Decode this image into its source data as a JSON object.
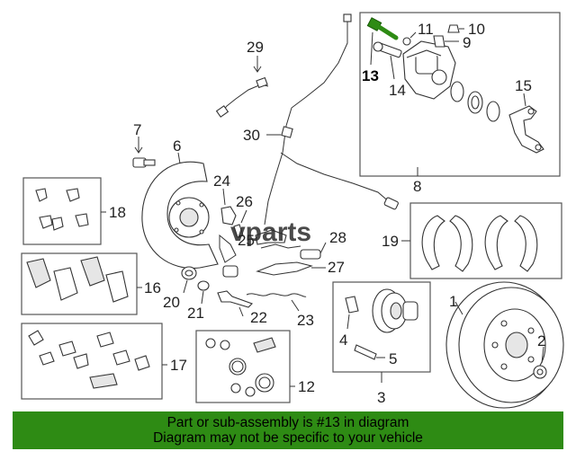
{
  "watermark": "vparts",
  "labels": {
    "p1": "1",
    "p2": "2",
    "p3": "3",
    "p4": "4",
    "p5": "5",
    "p6": "6",
    "p7": "7",
    "p8": "8",
    "p9": "9",
    "p10": "10",
    "p11": "11",
    "p12": "12",
    "p13": "13",
    "p14": "14",
    "p15": "15",
    "p16": "16",
    "p17": "17",
    "p18": "18",
    "p19": "19",
    "p20": "20",
    "p21": "21",
    "p22": "22",
    "p23": "23",
    "p24": "24",
    "p25": "25",
    "p26": "26",
    "p27": "27",
    "p28": "28",
    "p29": "29",
    "p30": "30"
  },
  "highlight": {
    "part": "13",
    "color": "#2e8b14"
  },
  "banner": {
    "line1": "Part or sub-assembly is #13 in diagram",
    "line2": "Diagram may not be specific to your vehicle",
    "background": "#2e8b14"
  }
}
